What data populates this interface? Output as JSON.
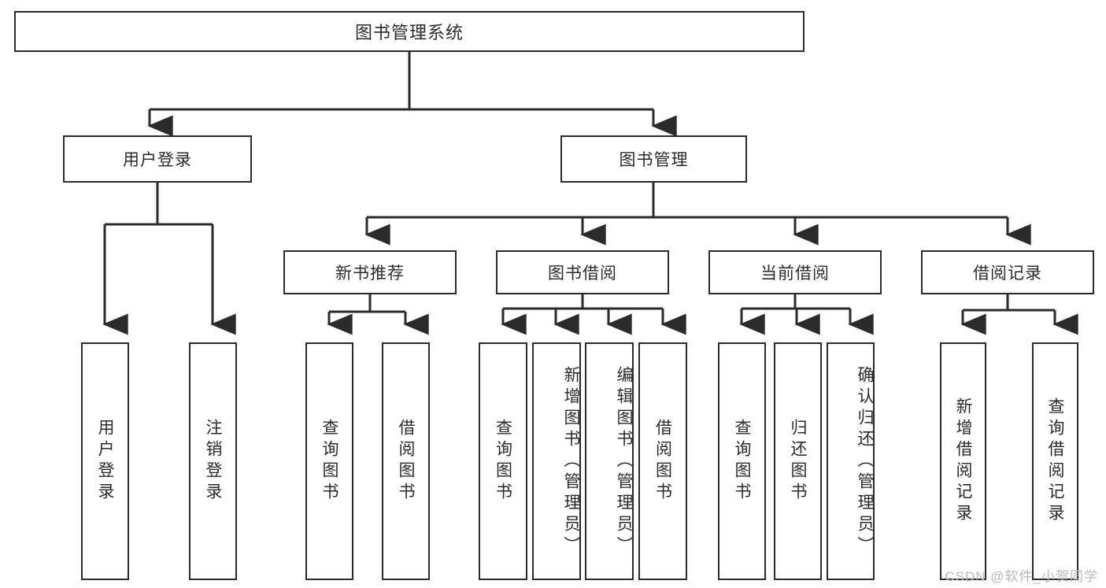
{
  "diagram": {
    "type": "tree-hierarchy",
    "title": "图书管理系统",
    "root": {
      "label": "图书管理系统"
    },
    "level2": [
      {
        "label": "用户登录"
      },
      {
        "label": "图书管理"
      }
    ],
    "level3": [
      {
        "label": "新书推荐"
      },
      {
        "label": "图书借阅"
      },
      {
        "label": "当前借阅"
      },
      {
        "label": "借阅记录"
      }
    ],
    "leaves": {
      "user_login": [
        {
          "label": "用户登录"
        },
        {
          "label": "注销登录"
        }
      ],
      "new_book_recommend": [
        {
          "label": "查询图书"
        },
        {
          "label": "借阅图书"
        }
      ],
      "book_borrow": [
        {
          "label": "查询图书"
        },
        {
          "label": "新增图书（管理员）"
        },
        {
          "label": "编辑图书（管理员）"
        },
        {
          "label": "借阅图书"
        }
      ],
      "current_borrow": [
        {
          "label": "查询图书"
        },
        {
          "label": "归还图书"
        },
        {
          "label": "确认归还（管理员）"
        }
      ],
      "borrow_record": [
        {
          "label": "新增借阅记录"
        },
        {
          "label": "查询借阅记录"
        }
      ]
    }
  },
  "watermark": {
    "text": "CSDN @软件_小贺同学"
  },
  "colors": {
    "background": "#ffffff",
    "stroke": "#2b2b2b",
    "text": "#2b2b2b",
    "watermark": "#b9b9b9"
  }
}
